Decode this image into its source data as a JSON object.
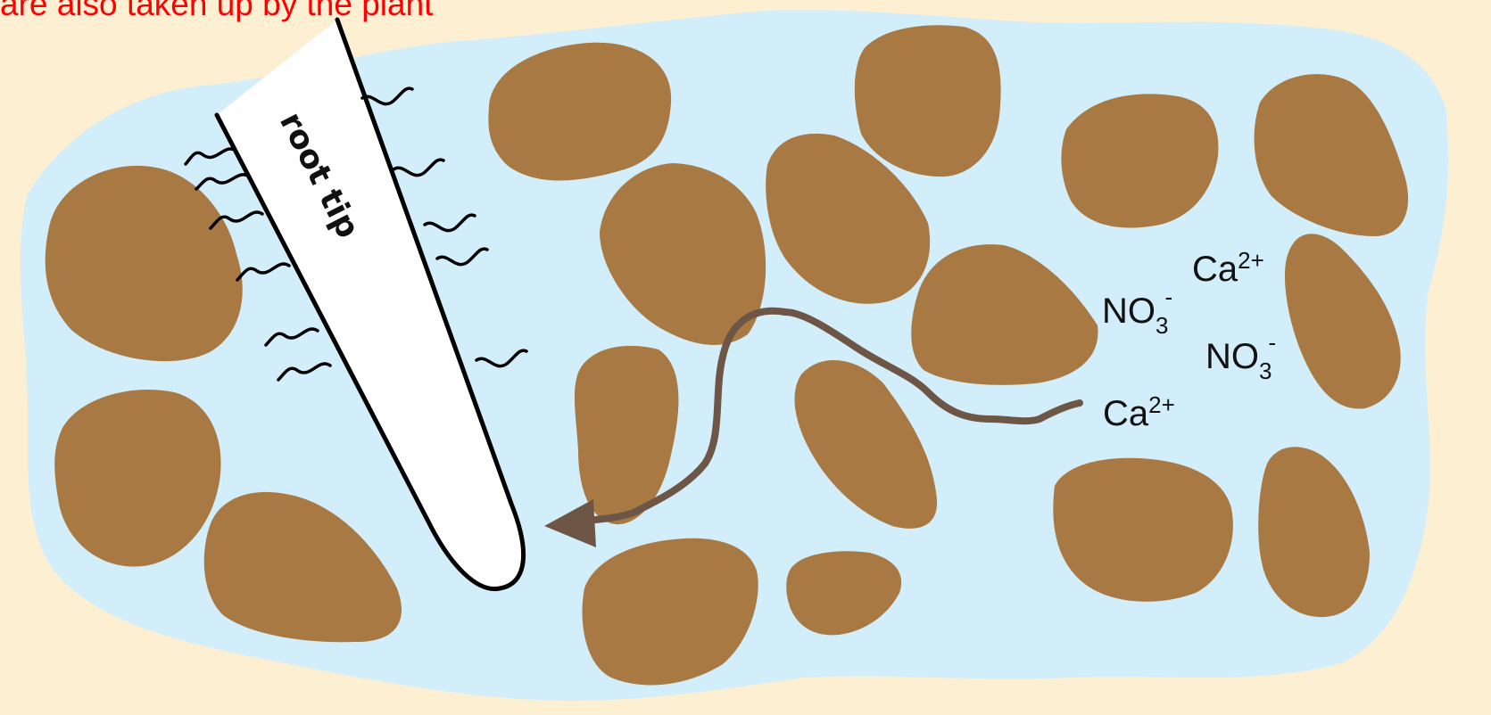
{
  "caption": "are also taken up by the plant",
  "root_label": "root tip",
  "ions": [
    {
      "name": "Ca",
      "superscript": "2+",
      "subscript": ""
    },
    {
      "name": "NO",
      "subscript": "3",
      "superscript": "-"
    },
    {
      "name": "NO",
      "subscript": "3",
      "superscript": "-"
    },
    {
      "name": "Ca",
      "superscript": "2+",
      "subscript": ""
    }
  ],
  "colors": {
    "background": "#fcefd2",
    "soil_water": "#d3eefb",
    "soil_particle": "#a87942",
    "caption_text": "#ff0000",
    "path_arrow": "#6e5647",
    "root_fill": "#ffffff",
    "root_outline": "#000000"
  },
  "icons": {
    "path_arrow": "arrow-icon",
    "root_hair": "root-hair-icon"
  }
}
